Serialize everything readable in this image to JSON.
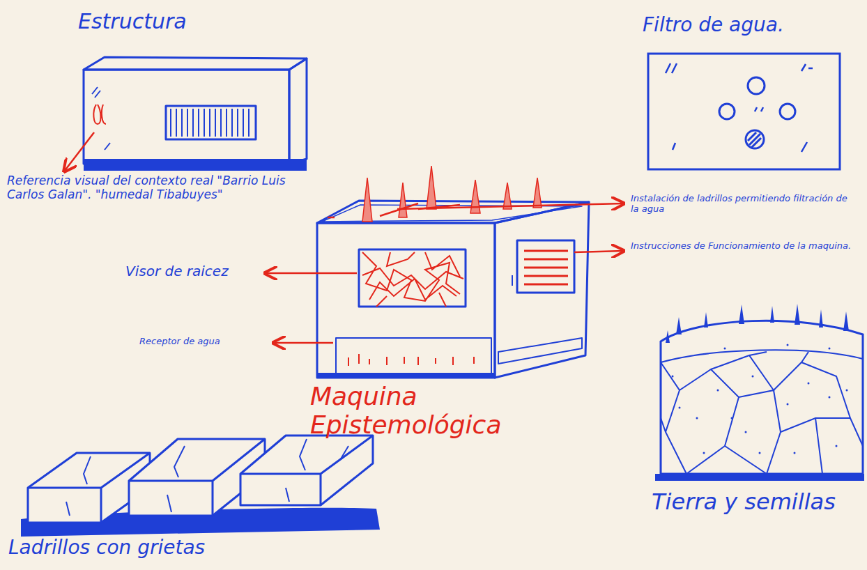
{
  "diagram": {
    "title": "Maquina Epistemológica",
    "labels": [
      "Estructura",
      "Filtro de agua.",
      "Referencia visual del contexto real \"Barrio Luis Carlos Galan\". \"humedal Tibabuyes\"",
      "Visor de raicez",
      "Receptor de agua",
      "Instalación de ladrillos permitiendo filtración de la agua",
      "Instrucciones de Funcionamiento de la maquina.",
      "Tierra y semillas",
      "Ladrillos con grietas"
    ]
  }
}
